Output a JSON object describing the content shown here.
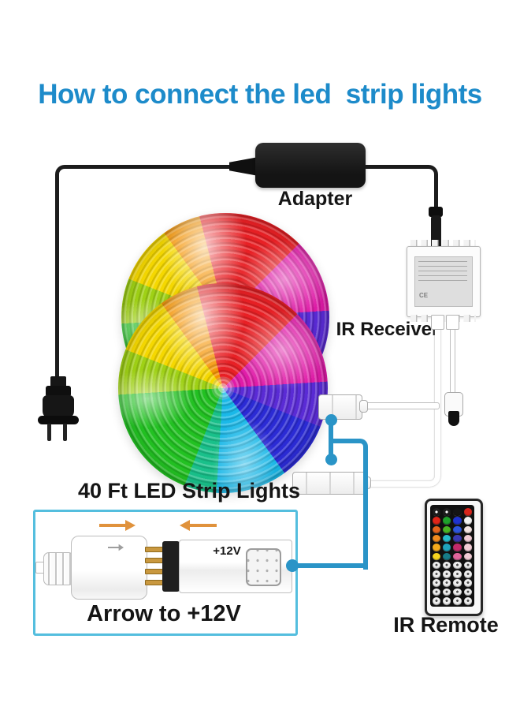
{
  "title": {
    "text": "How to connect the led  strip lights"
  },
  "labels": {
    "adapter": "Adapter",
    "ir_receiver": "IR Receiver",
    "strip_lights": "40 Ft LED Strip Lights",
    "arrow_note": "Arrow to +12V",
    "plus_12v": "+12V",
    "ir_remote": "IR Remote",
    "receiver_mark": "CE"
  },
  "colors": {
    "title_blue": "#1d8bca",
    "callout_blue": "#2a94c7",
    "arrow_orange": "#e0923c",
    "detail_box_border": "#54bede",
    "cord_black": "#1c1c1c",
    "coil_palette": [
      "#e82025",
      "#e01ba8",
      "#2b2bd5",
      "#1ab8e8",
      "#22c122",
      "#9fd115",
      "#f5d800",
      "#f59300"
    ]
  },
  "remote": {
    "button_rows": [
      [
        "radial-gradient(circle at 50% 50%, #ffffff 0 1.5px, #1e1e1e 1.6px)",
        "radial-gradient(circle at 50% 50%, #ffffff 0 1.5px, #1e1e1e 1.6px)",
        "#151515",
        "#d8251c"
      ],
      [
        "#e02519",
        "#1ea32b",
        "#1f33cf",
        "#f2f2f2"
      ],
      [
        "#e4641c",
        "#49b623",
        "#2d55de",
        "#f3e4e2"
      ],
      [
        "#f08b1e",
        "#26bccb",
        "#3a39b4",
        "#f1ccd5"
      ],
      [
        "#f4ab1c",
        "#1fa3bb",
        "#c22a6a",
        "#f1ccd5"
      ],
      [
        "#f6d41f",
        "#177c88",
        "#e2659b",
        "#f1ccd5"
      ],
      [
        "radial-gradient(circle at 50% 45%, #4a4a4a 0 1.4px, #ededed 1.5px)",
        "radial-gradient(circle at 50% 45%, #4a4a4a 0 1.4px, #ededed 1.5px)",
        "radial-gradient(circle at 50% 45%, #4a4a4a 0 1.4px, #ededed 1.5px)",
        "radial-gradient(circle at 50% 45%, #4a4a4a 0 1.4px, #ededed 1.5px)"
      ],
      [
        "radial-gradient(circle at 50% 45%, #4a4a4a 0 1.4px, #ededed 1.5px)",
        "radial-gradient(circle at 50% 45%, #4a4a4a 0 1.4px, #ededed 1.5px)",
        "radial-gradient(circle at 50% 45%, #4a4a4a 0 1.4px, #ededed 1.5px)",
        "radial-gradient(circle at 50% 45%, #4a4a4a 0 1.4px, #ededed 1.5px)"
      ],
      [
        "radial-gradient(circle at 50% 45%, #4a4a4a 0 1.4px, #ededed 1.5px)",
        "radial-gradient(circle at 50% 45%, #4a4a4a 0 1.4px, #ededed 1.5px)",
        "radial-gradient(circle at 50% 45%, #4a4a4a 0 1.4px, #ededed 1.5px)",
        "radial-gradient(circle at 50% 45%, #4a4a4a 0 1.4px, #ededed 1.5px)"
      ],
      [
        "radial-gradient(circle at 50% 45%, #4a4a4a 0 1.4px, #ededed 1.5px)",
        "radial-gradient(circle at 50% 45%, #4a4a4a 0 1.4px, #ededed 1.5px)",
        "radial-gradient(circle at 50% 45%, #4a4a4a 0 1.4px, #ededed 1.5px)",
        "radial-gradient(circle at 50% 45%, #4a4a4a 0 1.4px, #ededed 1.5px)"
      ],
      [
        "radial-gradient(circle at 50% 45%, #4a4a4a 0 1.4px, #ededed 1.5px)",
        "radial-gradient(circle at 50% 45%, #4a4a4a 0 1.4px, #ededed 1.5px)",
        "radial-gradient(circle at 50% 45%, #4a4a4a 0 1.4px, #ededed 1.5px)",
        "radial-gradient(circle at 50% 45%, #4a4a4a 0 1.4px, #ededed 1.5px)"
      ]
    ]
  }
}
